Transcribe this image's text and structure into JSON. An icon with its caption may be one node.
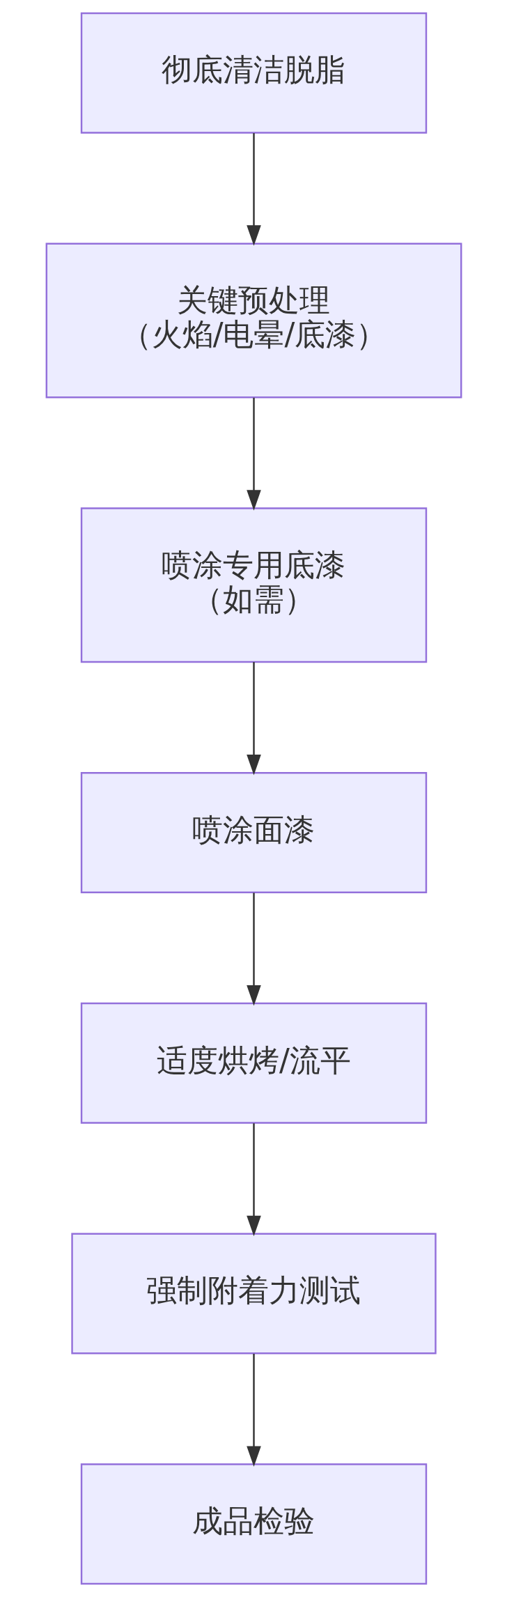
{
  "diagram": {
    "nodes": [
      {
        "text": [
          "彻底清洁脱脂"
        ]
      },
      {
        "text": [
          "关键预处理（火焰/电晕/底漆）"
        ]
      },
      {
        "text": [
          "喷涂专用底漆（如需）"
        ]
      },
      {
        "text": [
          "喷涂面漆"
        ]
      },
      {
        "text": [
          "适度烘烤/流平"
        ]
      },
      {
        "text": [
          "强制附着力测试"
        ]
      },
      {
        "text": [
          "成品检验"
        ]
      }
    ],
    "edges": [
      {
        "from": 0,
        "to": 1,
        "arrow": "to"
      },
      {
        "from": 1,
        "to": 2,
        "arrow": "to"
      },
      {
        "from": 2,
        "to": 3,
        "arrow": "to"
      },
      {
        "from": 3,
        "to": 4,
        "arrow": "to"
      },
      {
        "from": 4,
        "to": 5,
        "arrow": "to"
      },
      {
        "from": 5,
        "to": 6,
        "arrow": "to"
      }
    ]
  }
}
